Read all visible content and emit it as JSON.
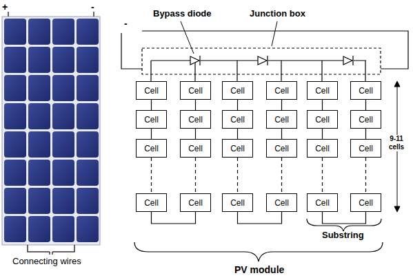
{
  "diagram": {
    "nodes": [
      {
        "text": [
          "Cell"
        ]
      },
      {
        "text": [
          "Cell"
        ]
      },
      {
        "text": [
          "Cell"
        ]
      },
      {
        "text": [
          "Cell"
        ]
      },
      {
        "text": [
          "Cell"
        ]
      },
      {
        "text": [
          "Cell"
        ]
      },
      {
        "text": [
          "Cell"
        ]
      },
      {
        "text": [
          "Cell"
        ]
      },
      {
        "text": [
          "Cell"
        ]
      },
      {
        "text": [
          "Cell"
        ]
      },
      {
        "text": [
          "Cell"
        ]
      },
      {
        "text": [
          "Cell"
        ]
      },
      {
        "text": [
          "Cell"
        ]
      },
      {
        "text": [
          "Cell"
        ]
      },
      {
        "text": [
          "Cell"
        ]
      },
      {
        "text": [
          "Cell"
        ]
      },
      {
        "text": [
          "Cell"
        ]
      },
      {
        "text": [
          "Cell"
        ]
      },
      {
        "text": [
          "Cell"
        ]
      },
      {
        "text": [
          "Cell"
        ]
      },
      {
        "text": [
          "Cell"
        ]
      },
      {
        "text": [
          "Cell"
        ]
      },
      {
        "text": [
          "Cell"
        ]
      },
      {
        "text": [
          "Cell"
        ]
      }
    ],
    "edges": [
      {
        "from": 0,
        "to": 6,
        "arrow": "none"
      },
      {
        "from": 6,
        "to": 12,
        "arrow": "none"
      },
      {
        "from": 12,
        "to": 18,
        "arrow": "none"
      },
      {
        "from": 1,
        "to": 7,
        "arrow": "none"
      },
      {
        "from": 7,
        "to": 13,
        "arrow": "none"
      },
      {
        "from": 13,
        "to": 19,
        "arrow": "none"
      },
      {
        "from": 2,
        "to": 8,
        "arrow": "none"
      },
      {
        "from": 8,
        "to": 14,
        "arrow": "none"
      },
      {
        "from": 14,
        "to": 20,
        "arrow": "none"
      },
      {
        "from": 3,
        "to": 9,
        "arrow": "none"
      },
      {
        "from": 9,
        "to": 15,
        "arrow": "none"
      },
      {
        "from": 15,
        "to": 21,
        "arrow": "none"
      },
      {
        "from": 4,
        "to": 10,
        "arrow": "none"
      },
      {
        "from": 10,
        "to": 16,
        "arrow": "none"
      },
      {
        "from": 16,
        "to": 22,
        "arrow": "none"
      },
      {
        "from": 5,
        "to": 11,
        "arrow": "none"
      },
      {
        "from": 11,
        "to": 17,
        "arrow": "none"
      },
      {
        "from": 17,
        "to": 23,
        "arrow": "none"
      },
      {
        "from": 18,
        "to": 19,
        "arrow": "none"
      },
      {
        "from": 20,
        "to": 21,
        "arrow": "none"
      },
      {
        "from": 22,
        "to": 23,
        "arrow": "none"
      }
    ],
    "labels": [
      "+",
      "-",
      "Connecting wires",
      "-",
      "Bypass diode",
      "Junction box",
      "9-11 cells",
      "Substring",
      "PV module"
    ]
  }
}
